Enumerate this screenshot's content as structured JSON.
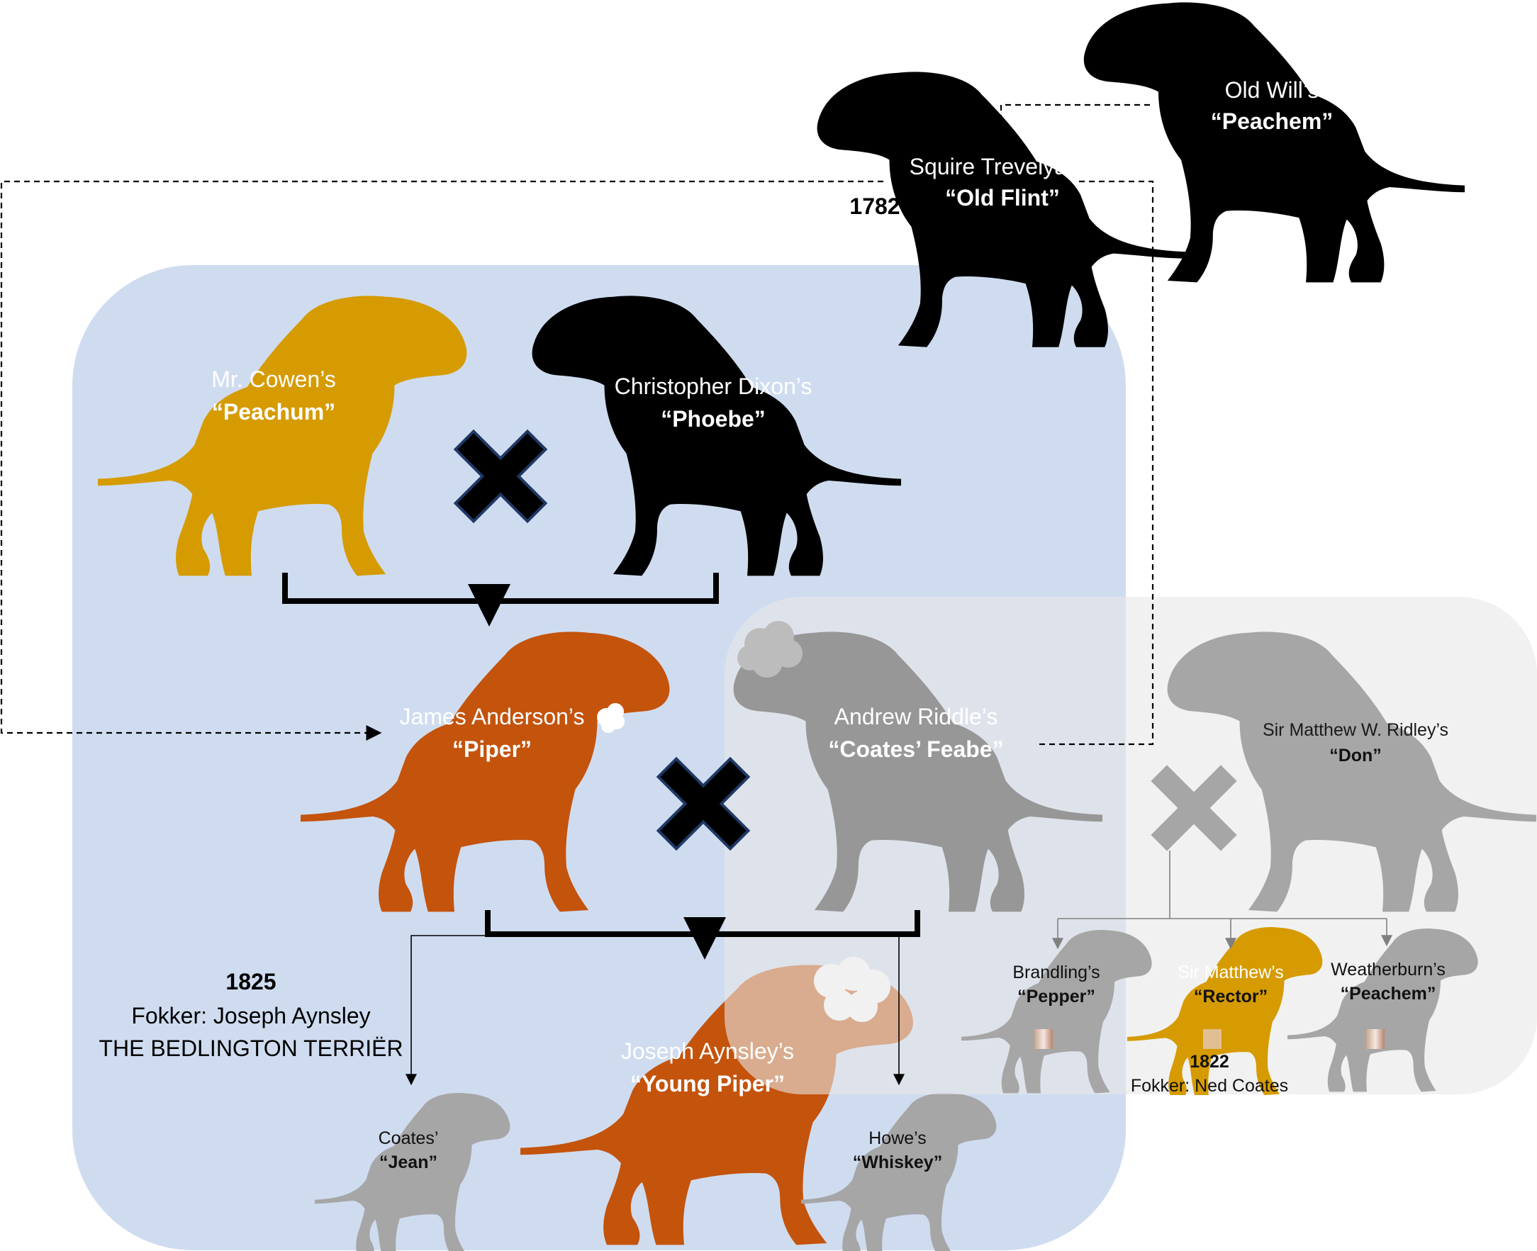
{
  "panels": {
    "anderson_group_color": "#cfdcf0",
    "ridley_group_color": "#e7e7e7"
  },
  "dogs": {
    "old_will": {
      "owner": "Old Will’s",
      "name": "“Peachem”",
      "color": "#000000"
    },
    "old_flint": {
      "owner": "Squire Trevelyan’s",
      "name": "“Old Flint”",
      "color": "#000000",
      "year": "1782"
    },
    "peachum": {
      "owner": "Mr. Cowen’s",
      "name": "“Peachum”",
      "color": "#d69b00"
    },
    "phoebe": {
      "owner": "Christopher Dixon’s",
      "name": "“Phoebe”",
      "color": "#000000"
    },
    "piper": {
      "owner": "James Anderson’s",
      "name": "“Piper”",
      "color": "#c4530c"
    },
    "coates_feabe": {
      "owner": "Andrew Riddle’s",
      "name": "“Coates’ Feabe”",
      "color": "#1f1f1f"
    },
    "don": {
      "owner": "Sir Matthew W. Ridley’s",
      "name": "“Don”",
      "color": "#a6a6a6"
    },
    "young_piper": {
      "owner": "Joseph Aynsley’s",
      "name": "“Young Piper”",
      "color": "#c4530c"
    },
    "jean": {
      "owner": "Coates’",
      "name": "“Jean”",
      "color": "#a6a6a6"
    },
    "whiskey": {
      "owner": "Howe’s",
      "name": "“Whiskey”",
      "color": "#a6a6a6"
    },
    "pepper": {
      "owner": "Brandling’s",
      "name": "“Pepper”",
      "color": "#a6a6a6"
    },
    "rector": {
      "owner": "Sir Matthew’s",
      "name": "“Rector”",
      "color": "#d69b00"
    },
    "weatherburn_peachem": {
      "owner": "Weatherburn’s",
      "name": "“Peachem”",
      "color": "#a6a6a6"
    }
  },
  "notes": {
    "breed_note": {
      "year": "1825",
      "breeder": "Fokker: Joseph Aynsley",
      "breed": "THE BEDLINGTON TERRIËR"
    },
    "rector_note": {
      "year": "1822",
      "breeder": "Fokker: Ned Coates"
    }
  },
  "icons": {
    "cross": "cross-icon",
    "swatch_light": "color-swatch-icon",
    "swatch_gradient": "color-gradient-swatch-icon"
  }
}
